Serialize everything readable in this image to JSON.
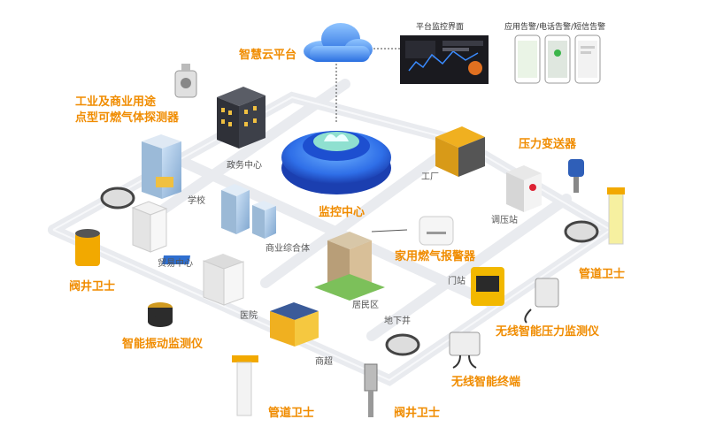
{
  "cloud_platform": {
    "label": "智慧云平台"
  },
  "monitor_screen": {
    "label": "平台监控界面"
  },
  "alerts": {
    "label": "应用告警/电话告警/短信告警"
  },
  "detector": {
    "line1": "工业及商业用途",
    "line2": "点型可燃气体探测器"
  },
  "monitor_center": {
    "label": "监控中心"
  },
  "zones": {
    "gov": "政务中心",
    "factory": "工厂",
    "school": "学校",
    "commercial": "商业综合体",
    "regulator_station": "调压站",
    "trade": "贸易中心",
    "residential": "居民区",
    "gate": "门站",
    "hospital": "医院",
    "supermarket": "商超",
    "underground": "地下井"
  },
  "devices": {
    "pressure_transmitter": "压力变送器",
    "home_alarm": "家用燃气报警器",
    "pipe_guard_right": "管道卫士",
    "valve_guard_left": "阀井卫士",
    "wireless_pressure": "无线智能压力监测仪",
    "vibration_monitor": "智能振动监测仪",
    "wireless_terminal": "无线智能终端",
    "pipe_guard_bottom": "管道卫士",
    "valve_guard_bottom": "阀井卫士"
  },
  "colors": {
    "accent": "#f08c00",
    "platform_blue": "#2a6fe0",
    "road": "#eceef2"
  }
}
